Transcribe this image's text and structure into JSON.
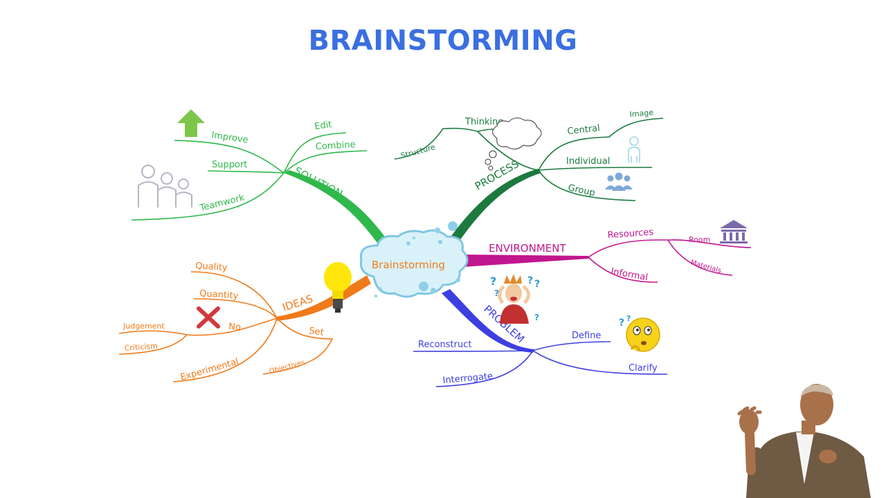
{
  "title": "BRAINSTORMING",
  "center": {
    "label": "Brainstorming"
  },
  "colors": {
    "title": "#3b6fe0",
    "solution": "#2fb84b",
    "process": "#1c7a3e",
    "environment": "#c0168e",
    "problem": "#3d3fe0",
    "ideas": "#f07a1a",
    "cloud_fill": "#d9f2fa",
    "cloud_stroke": "#7fc6e0"
  },
  "branches": {
    "solution": {
      "label": "SOLUTION",
      "children": [
        "Edit",
        "Combine",
        "Improve",
        "Support",
        "Teamwork"
      ]
    },
    "process": {
      "label": "PROCESS",
      "children": [
        "Thinking",
        "Structure",
        "Central",
        "Image",
        "Individual",
        "Group"
      ]
    },
    "environment": {
      "label": "ENVIRONMENT",
      "children": [
        "Resources",
        "Room",
        "Materials",
        "Informal"
      ]
    },
    "problem": {
      "label": "PROBLEM",
      "children": [
        "Define",
        "Clarify",
        "Reconstruct",
        "Interrogate"
      ]
    },
    "ideas": {
      "label": "IDEAS",
      "children": [
        "Quality",
        "Quantity",
        "No",
        "Judgement",
        "Criticism",
        "Set",
        "Objectives",
        "Experimental"
      ]
    }
  },
  "icons": [
    "up-arrow-icon",
    "people-icon",
    "thought-cloud-icon",
    "person-icon",
    "group-icon",
    "bank-building-icon",
    "confused-person-icon",
    "thinking-smiley-icon",
    "red-cross-icon",
    "lightbulb-icon",
    "presenter-photo"
  ]
}
